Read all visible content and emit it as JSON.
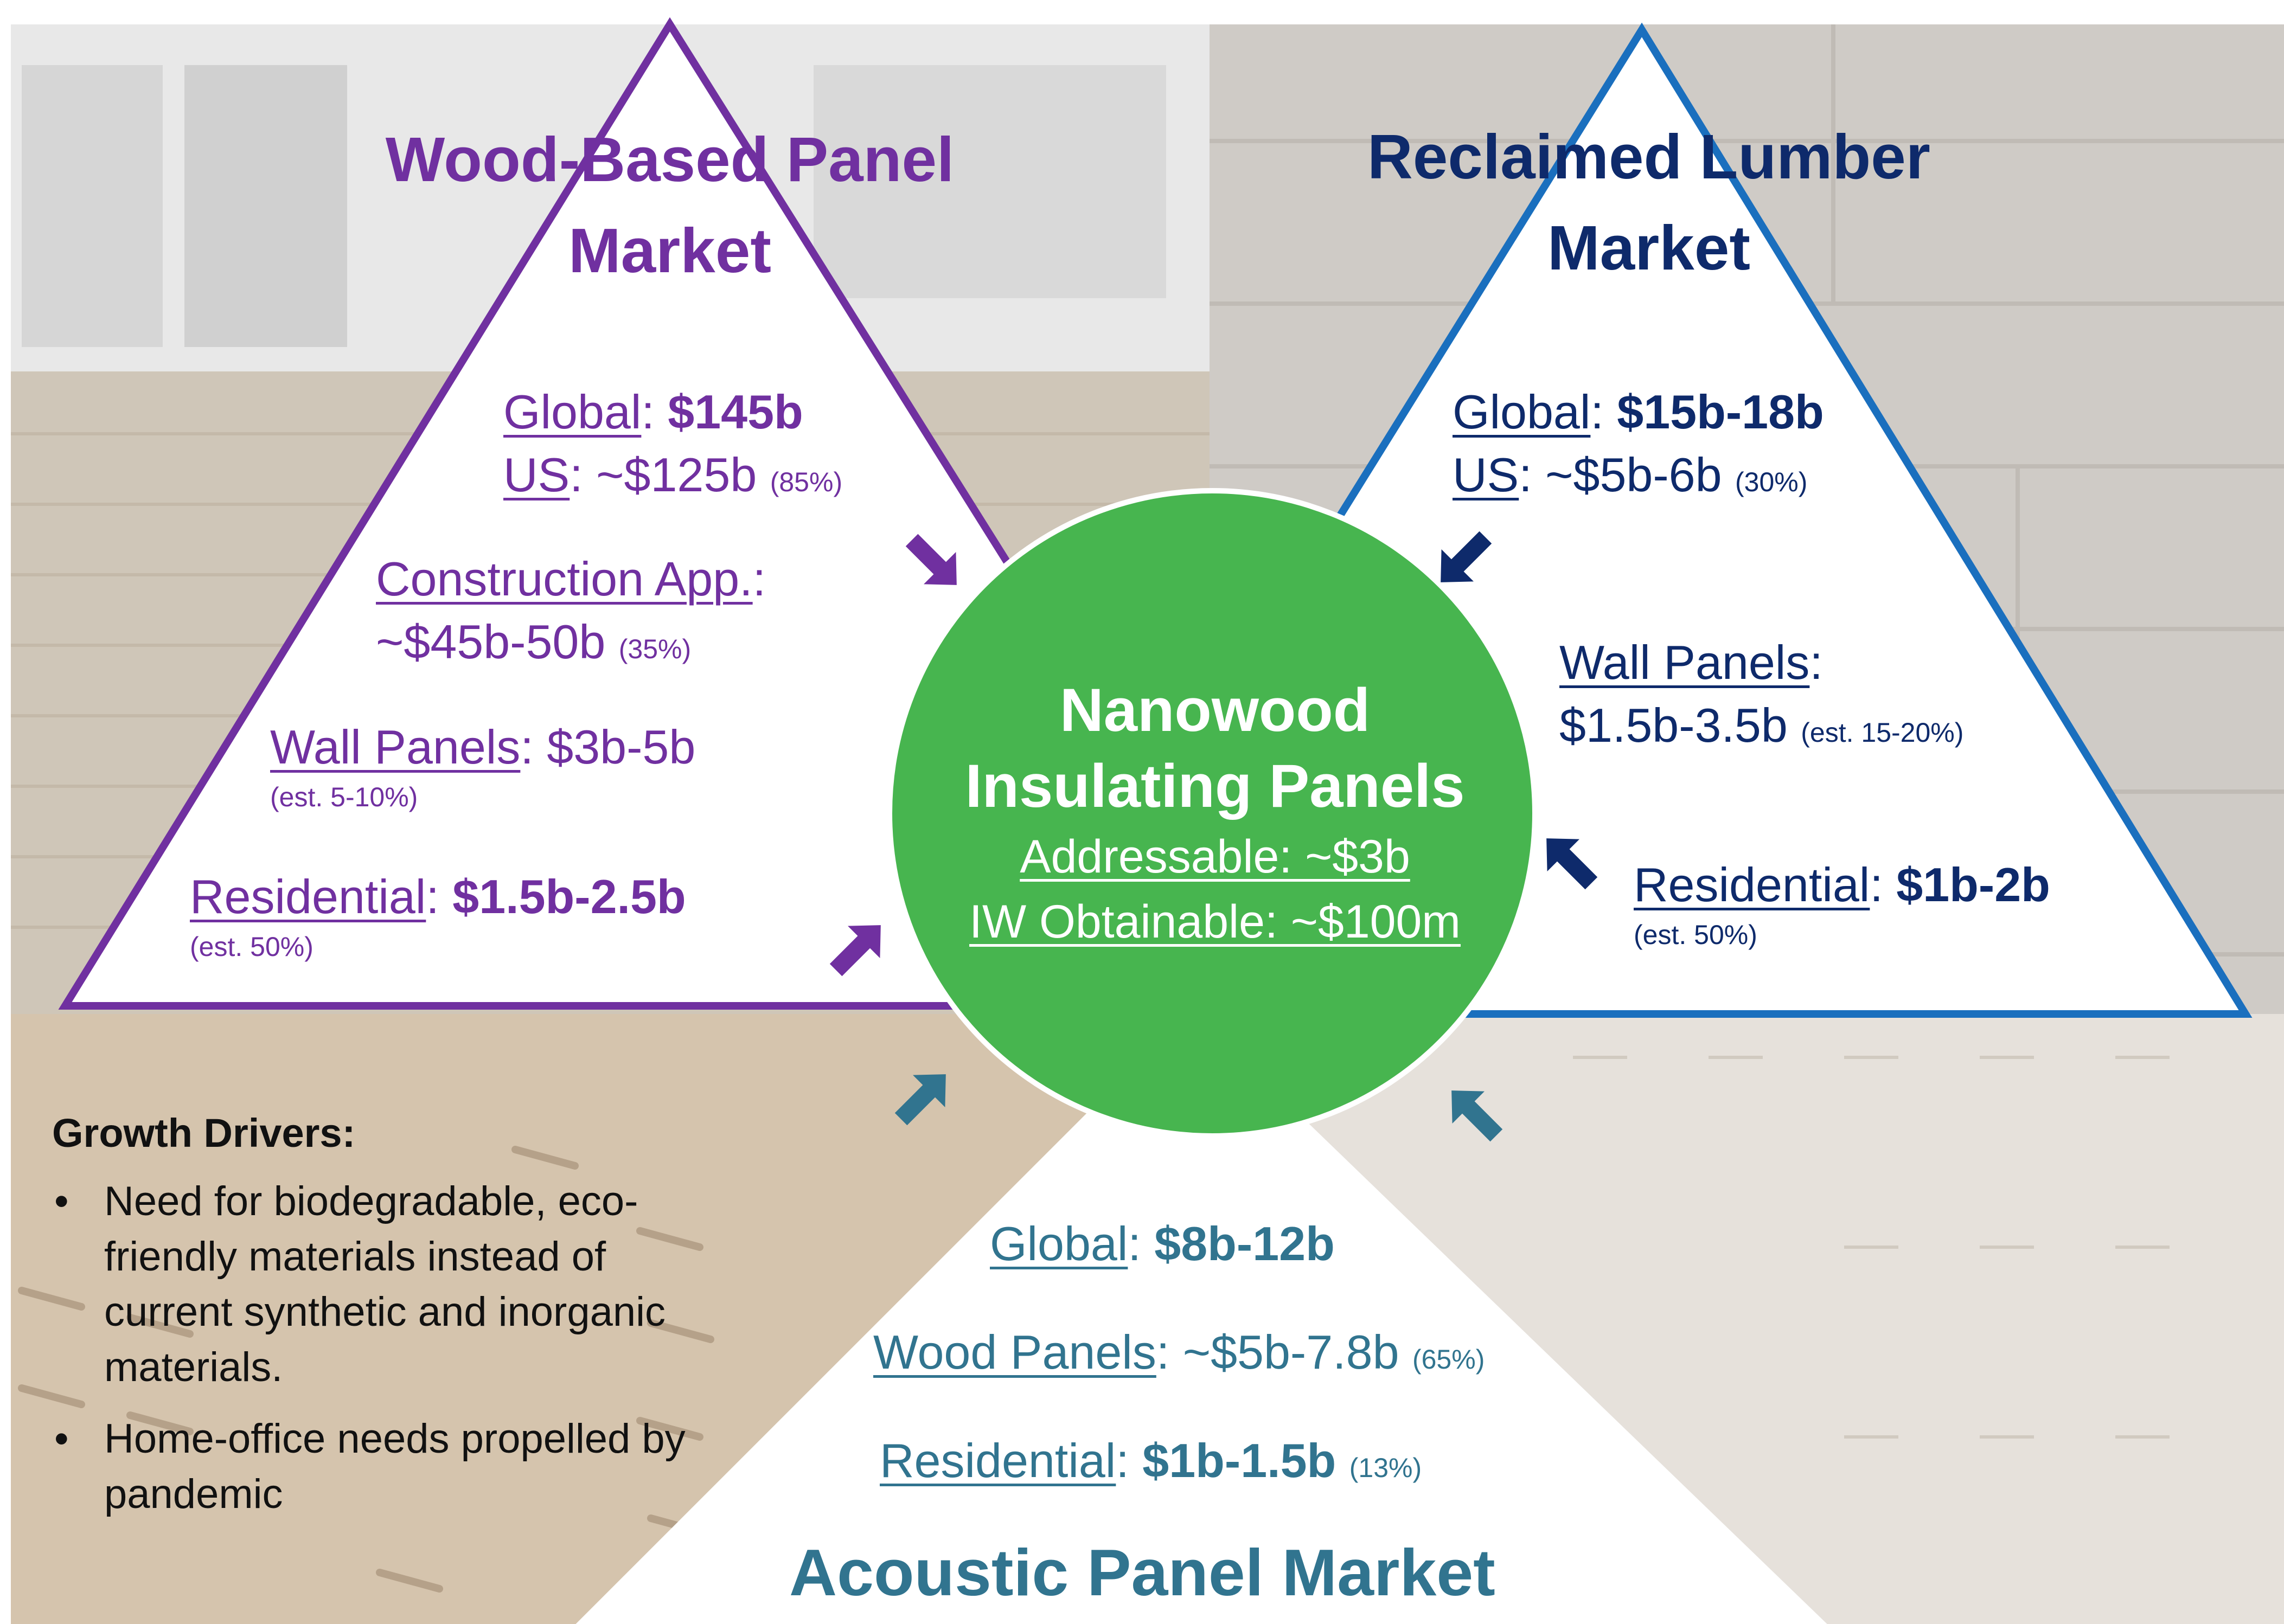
{
  "center": {
    "title_line1": "Nanowood",
    "title_line2": "Insulating Panels",
    "addressable": "Addressable: ~$3b",
    "obtainable": "IW Obtainable: ~$100m",
    "color": "#47b54f"
  },
  "wood_panel": {
    "title_line1": "Wood-Based Panel",
    "title_line2": "Market",
    "color": "#7030a0",
    "global_label": "Global",
    "global_value": "$145b",
    "us_label": "US",
    "us_value": "~$125b",
    "us_pct": "(85%)",
    "construction_label": "Construction App.",
    "construction_value": "~$45b-50b",
    "construction_pct": "(35%)",
    "wall_label": "Wall Panels",
    "wall_value": "$3b-5b",
    "wall_note": "(est. 5-10%)",
    "residential_label": "Residential",
    "residential_value": "$1.5b-2.5b",
    "residential_note": "(est. 50%)"
  },
  "reclaimed_lumber": {
    "title_line1": "Reclaimed Lumber",
    "title_line2": "Market",
    "color": "#0e2a6b",
    "outline_color": "#1a6fbe",
    "global_label": "Global",
    "global_value": "$15b-18b",
    "us_label": "US",
    "us_value": "~$5b-6b",
    "us_pct": "(30%)",
    "wall_label": "Wall Panels",
    "wall_value": "$1.5b-3.5b",
    "wall_note": "(est. 15-20%)",
    "residential_label": "Residential",
    "residential_value": "$1b-2b",
    "residential_note": "(est. 50%)"
  },
  "acoustic_panel": {
    "title": "Acoustic Panel Market",
    "color": "#31748f",
    "global_label": "Global",
    "global_value": "$8b-12b",
    "wood_label": "Wood Panels",
    "wood_value": "~$5b-7.8b",
    "wood_pct": "(65%)",
    "residential_label": "Residential",
    "residential_value": "$1b-1.5b",
    "residential_pct": "(13%)"
  },
  "growth_drivers": {
    "heading": "Growth Drivers:",
    "bullet": "•",
    "items": [
      "Need for biodegradable, eco-friendly materials instead of current synthetic and inorganic materials.",
      "Home-office needs propelled by pandemic"
    ]
  },
  "punct": {
    "colon": ":",
    "colon_space": ": "
  }
}
